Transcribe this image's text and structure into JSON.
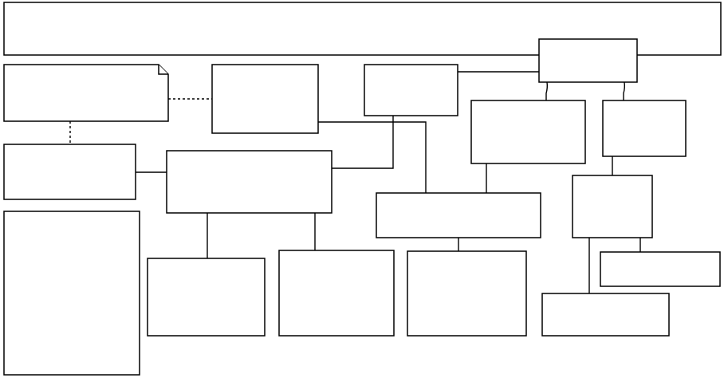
{
  "diagram": {
    "type": "block-diagram",
    "style": {
      "background": "#ffffff",
      "stroke": "#000000"
    },
    "boxes": [
      {
        "id": "top-banner",
        "label": ""
      },
      {
        "id": "note-box",
        "label": "",
        "shape": "note"
      },
      {
        "id": "left-middle-box",
        "label": ""
      },
      {
        "id": "left-tall-box",
        "label": ""
      },
      {
        "id": "box-upper-center",
        "label": ""
      },
      {
        "id": "box-center-wide",
        "label": ""
      },
      {
        "id": "box-center-top",
        "label": ""
      },
      {
        "id": "box-top-right",
        "label": ""
      },
      {
        "id": "box-right-a",
        "label": ""
      },
      {
        "id": "box-right-b",
        "label": ""
      },
      {
        "id": "box-center-right-wide",
        "label": ""
      },
      {
        "id": "box-right-c",
        "label": ""
      },
      {
        "id": "box-bottom-1",
        "label": ""
      },
      {
        "id": "box-bottom-2",
        "label": ""
      },
      {
        "id": "box-bottom-3",
        "label": ""
      },
      {
        "id": "box-bottom-right-wide",
        "label": ""
      },
      {
        "id": "box-right-bottom-thin",
        "label": ""
      }
    ],
    "connectors": [
      {
        "from": "note-box",
        "to": "box-upper-center",
        "style": "dashed"
      },
      {
        "from": "note-box",
        "to": "left-middle-box",
        "style": "dashed"
      },
      {
        "from": "left-middle-box",
        "to": "box-center-wide",
        "style": "solid"
      },
      {
        "from": "box-center-wide",
        "to": "box-center-top",
        "style": "solid"
      },
      {
        "from": "box-upper-center",
        "to": "box-center-right-wide",
        "style": "solid"
      },
      {
        "from": "box-center-top",
        "to": "box-top-right",
        "style": "solid"
      },
      {
        "from": "box-top-right",
        "to": "box-right-a",
        "style": "solid"
      },
      {
        "from": "box-top-right",
        "to": "box-right-b",
        "style": "solid"
      },
      {
        "from": "box-right-a",
        "to": "box-center-right-wide",
        "style": "solid"
      },
      {
        "from": "box-right-b",
        "to": "box-right-c",
        "style": "solid"
      },
      {
        "from": "box-center-wide",
        "to": "box-bottom-1",
        "style": "solid"
      },
      {
        "from": "box-center-wide",
        "to": "box-bottom-2",
        "style": "solid"
      },
      {
        "from": "box-center-right-wide",
        "to": "box-bottom-3",
        "style": "solid"
      },
      {
        "from": "box-right-c",
        "to": "box-bottom-right-wide",
        "style": "solid"
      },
      {
        "from": "box-right-c",
        "to": "box-right-bottom-thin",
        "style": "solid"
      }
    ]
  }
}
